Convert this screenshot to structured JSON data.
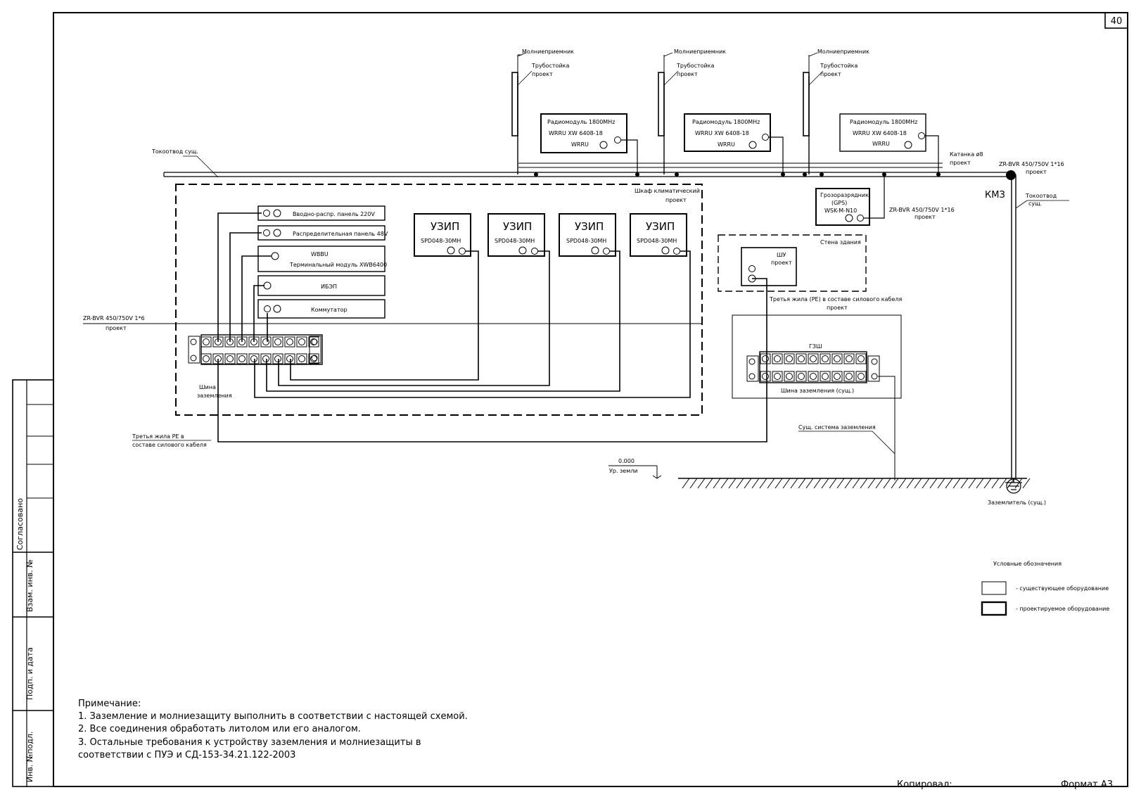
{
  "sheet_number": "40",
  "copied_by": "Копировал:",
  "format": "Формат А3",
  "side_stamp": {
    "agreed": "Согласовано",
    "inv_replace": "Взам. инв. №",
    "sign_date": "Подп. и дата",
    "inv_orig": "Инв. №подл."
  },
  "antennas": [
    {
      "lightning_rod": "Молниеприемник",
      "pipe_line1": "Трубостойка",
      "pipe_line2": "проект",
      "module_line1": "Радиомодуль 1800MHz",
      "module_line2": "WRRU XW 6408-18",
      "module_line3": "WRRU"
    },
    {
      "lightning_rod": "Молниеприемник",
      "pipe_line1": "Трубостойка",
      "pipe_line2": "проект",
      "module_line1": "Радиомодуль 1800MHz",
      "module_line2": "WRRU XW 6408-18",
      "module_line3": "WRRU"
    },
    {
      "lightning_rod": "Молниеприемник",
      "pipe_line1": "Трубостойка",
      "pipe_line2": "проект",
      "module_line1": "Радиомодуль 1800MHz",
      "module_line2": "WRRU XW 6408-18",
      "module_line3": "WRRU"
    }
  ],
  "downconductor_label": "Токоотвод сущ.",
  "catenary": {
    "line1": "Катанка ø8",
    "line2": "проект"
  },
  "cable_top": {
    "line1": "ZR-BVR 450/750V 1*16",
    "line2": "проект"
  },
  "kmz": "КМЗ",
  "downconductor_right": {
    "line1": "Токоотвод",
    "line2": "сущ."
  },
  "cabinet": {
    "line1": "Шкаф климатический",
    "line2": "проект"
  },
  "panels": [
    "Вводно-распр. панель 220V",
    "Распределительная панель 48V",
    "Терминальный модуль XWB6400",
    "ИБЭП",
    "Коммутатор"
  ],
  "panel_wbbu": "WBBU",
  "uzip": [
    {
      "title": "УЗИП",
      "model": "SPD048-30MH"
    },
    {
      "title": "УЗИП",
      "model": "SPD048-30MH"
    },
    {
      "title": "УЗИП",
      "model": "SPD048-30MH"
    },
    {
      "title": "УЗИП",
      "model": "SPD048-30MH"
    }
  ],
  "gps_arrester": {
    "line1": "Грозоразрядник",
    "line2": "(GPS)",
    "line3": "WSK-M-N10"
  },
  "gps_cable": {
    "line1": "ZR-BVR 450/750V 1*16",
    "line2": "проект"
  },
  "building_wall": "Стена здания",
  "shu": {
    "line1": "ШУ",
    "line2": "проект"
  },
  "third_core_right": {
    "line1": "Третья жила (PE) в составе силового кабеля",
    "line2": "проект"
  },
  "cable_left": {
    "line1": "ZR-BVR 450/750V 1*6",
    "line2": "проект"
  },
  "bus_label": {
    "line1": "Шина",
    "line2": "заземления"
  },
  "third_core_left": {
    "line1": "Третья жила PE в",
    "line2": "составе силового кабеля"
  },
  "gzsh": {
    "title": "ГЗШ",
    "caption": "Шина заземления (сущ.)"
  },
  "existing_grounding": "Сущ. система заземления",
  "ground_level": {
    "value": "0.000",
    "label": "Ур. земли"
  },
  "grounding_electrode": "Заземлитель (сущ.)",
  "legend": {
    "title": "Условные обозначения",
    "existing": "- существующее оборудование",
    "projected": "- проектируемое оборудование"
  },
  "notes": {
    "title": "Примечание:",
    "items": [
      "1. Заземление и молниезащиту выполнить в соответствии с настоящей схемой.",
      "2. Все соединения обработать литолом или его аналогом.",
      "3. Остальные требования к устройству заземления и молниезащиты в",
      "соответствии с ПУЭ и СД-153-34.21.122-2003"
    ]
  }
}
